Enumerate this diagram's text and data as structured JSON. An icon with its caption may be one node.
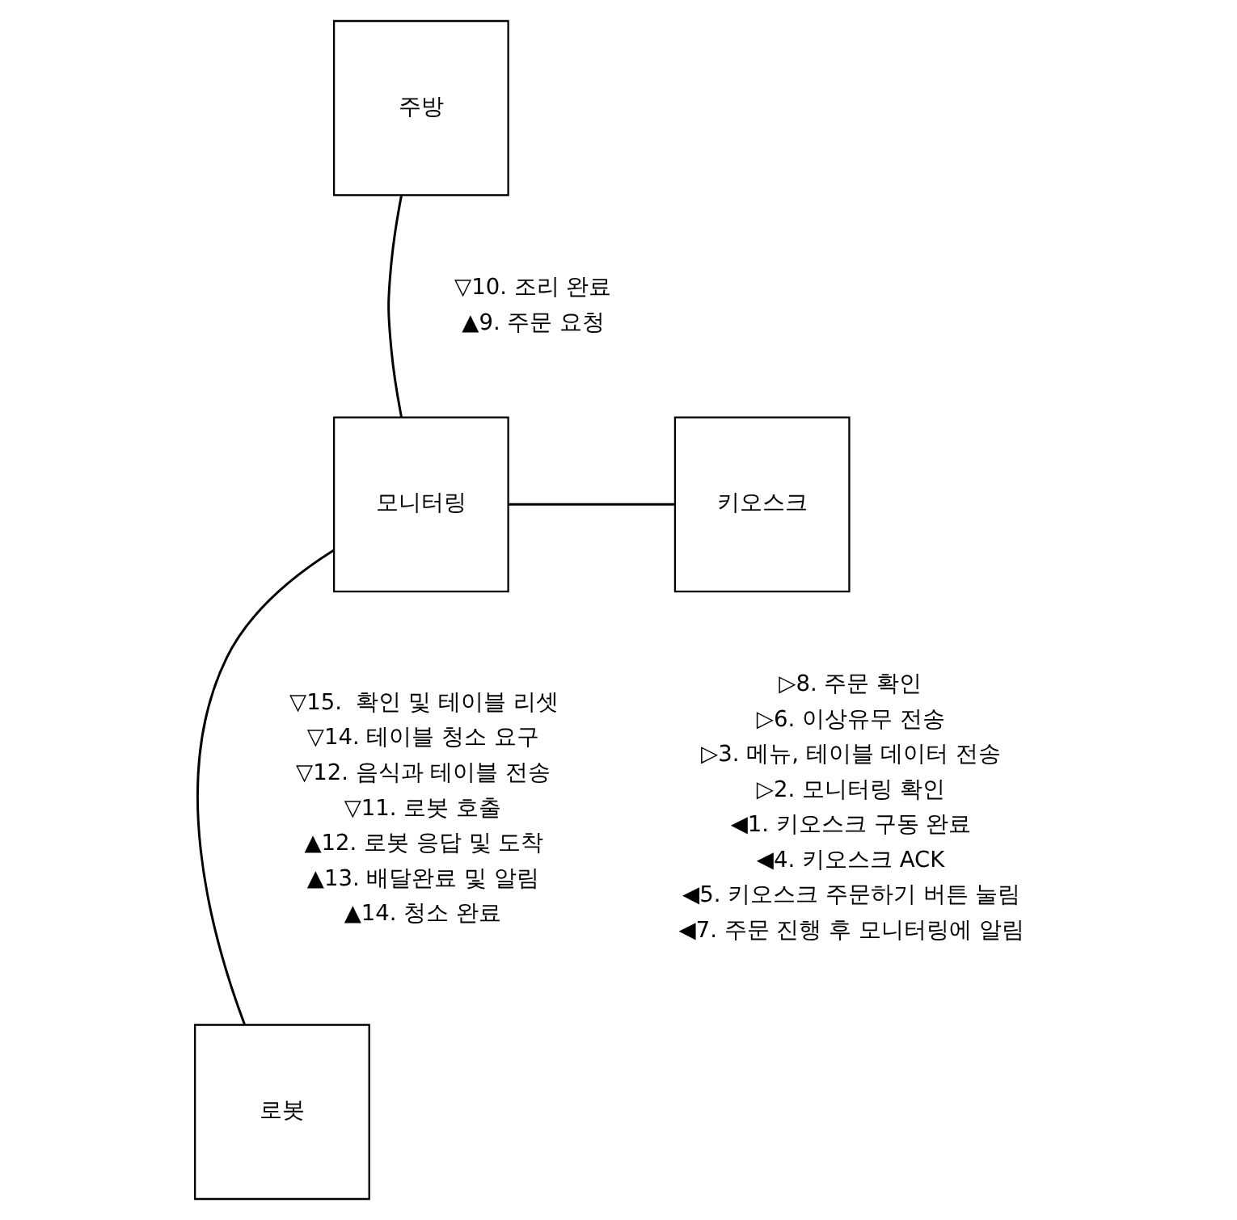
{
  "diagram": {
    "nodes": [
      {
        "text": [
          "주방"
        ]
      },
      {
        "text": [
          "모니터링"
        ]
      },
      {
        "text": [
          "키오스크"
        ]
      },
      {
        "text": [
          "로봇"
        ]
      }
    ],
    "edges": [
      {
        "from": 0,
        "to": 1,
        "arrow": "none"
      },
      {
        "from": 1,
        "to": 2,
        "arrow": "none"
      },
      {
        "from": 1,
        "to": 3,
        "arrow": "none"
      }
    ],
    "labels": [
      "▽10. 조리 완료",
      "▲9. 주문 요청",
      "▷8. 주문 확인",
      "▷6. 이상유무 전송",
      "▷3. 메뉴, 테이블 데이터 전송",
      "▷2. 모니터링 확인",
      "◀1. 키오스크 구동 완료",
      "◀4. 키오스크 ACK",
      "◀5. 키오스크 주문하기 버튼 눌림",
      "◀7. 주문 진행 후 모니터링에 알림",
      "▽15.  확인 및 테이블 리셋",
      "▽14. 테이블 청소 요구",
      "▽12. 음식과 테이블 전송",
      "▽11. 로봇 호출",
      "▲12. 로봇 응답 및 도착",
      "▲13. 배달완료 및 알림",
      "▲14. 청소 완료"
    ]
  }
}
